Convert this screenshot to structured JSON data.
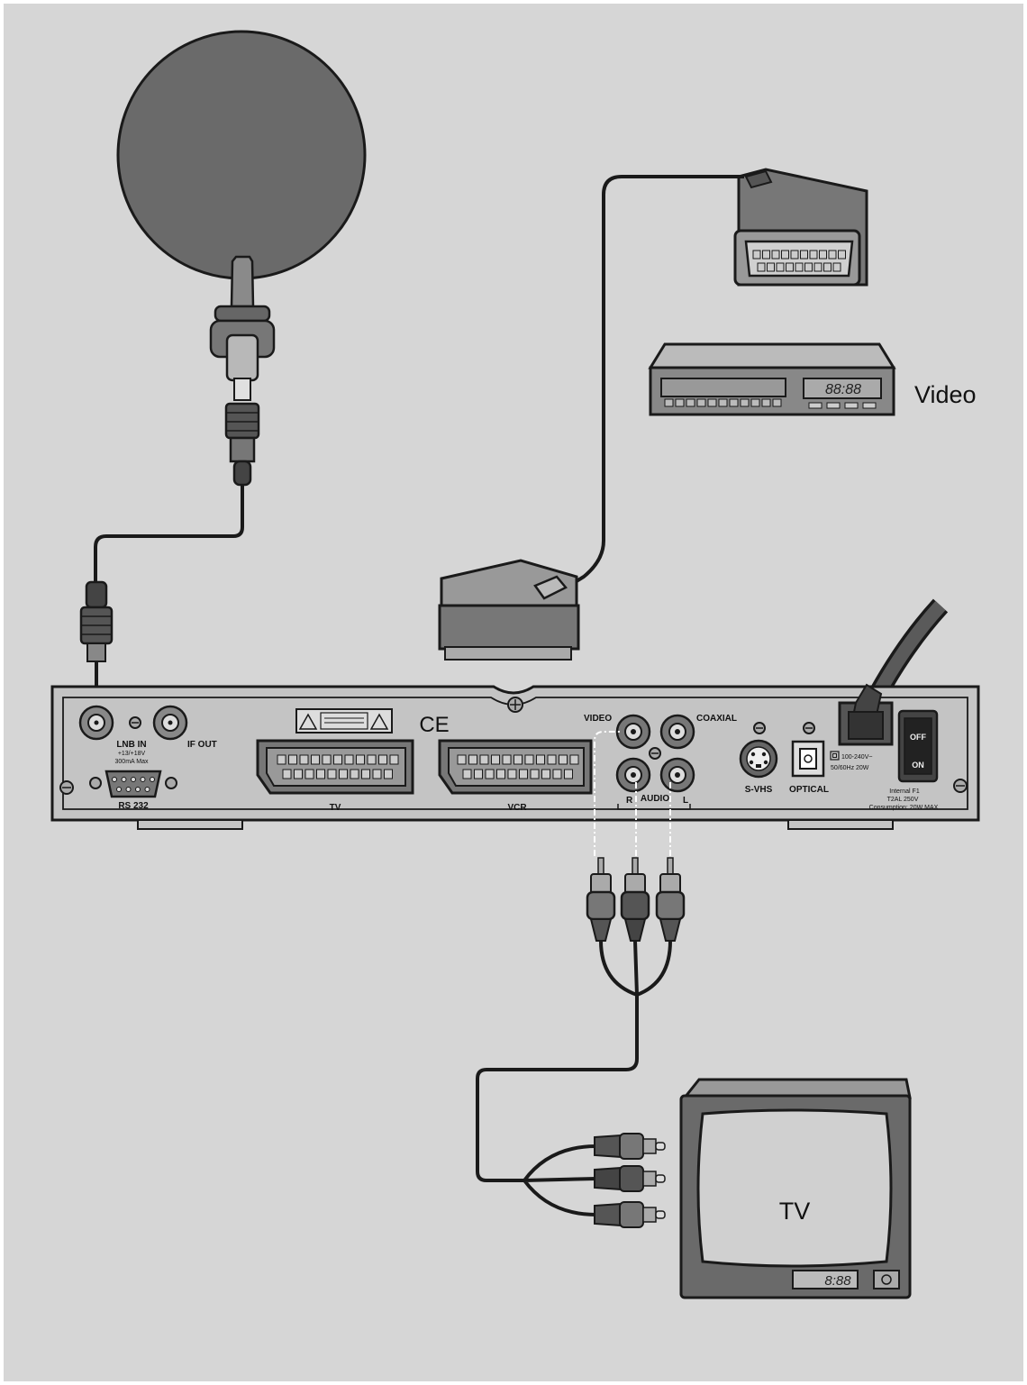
{
  "devices": {
    "video_label": "Video",
    "tv_label": "TV",
    "vcr_display": "88:88",
    "tv_display": "8:88"
  },
  "receiver": {
    "lnb_in": "LNB IN",
    "lnb_spec1": "+13/+18V",
    "lnb_spec2": "300mA Max",
    "if_out": "IF OUT",
    "rs232": "RS 232",
    "scart_tv": "TV",
    "scart_vcr": "VCR",
    "ce_mark": "CE",
    "video": "VIDEO",
    "coaxial": "COAXIAL",
    "audio": "AUDIO",
    "audio_r": "R",
    "audio_l": "L",
    "svhs": "S-VHS",
    "optical": "OPTICAL",
    "power_spec1": "100-240V~",
    "power_spec2": "50/60Hz 20W",
    "switch_off": "OFF",
    "switch_on": "ON",
    "fuse1": "Internal F1",
    "fuse2": "T2AL 250V",
    "consumption": "Consumption: 20W MAX"
  },
  "colors": {
    "background": "#d6d6d6",
    "dish": "#6a6a6a",
    "panel": "#c4c4c4",
    "outline": "#1a1a1a"
  }
}
